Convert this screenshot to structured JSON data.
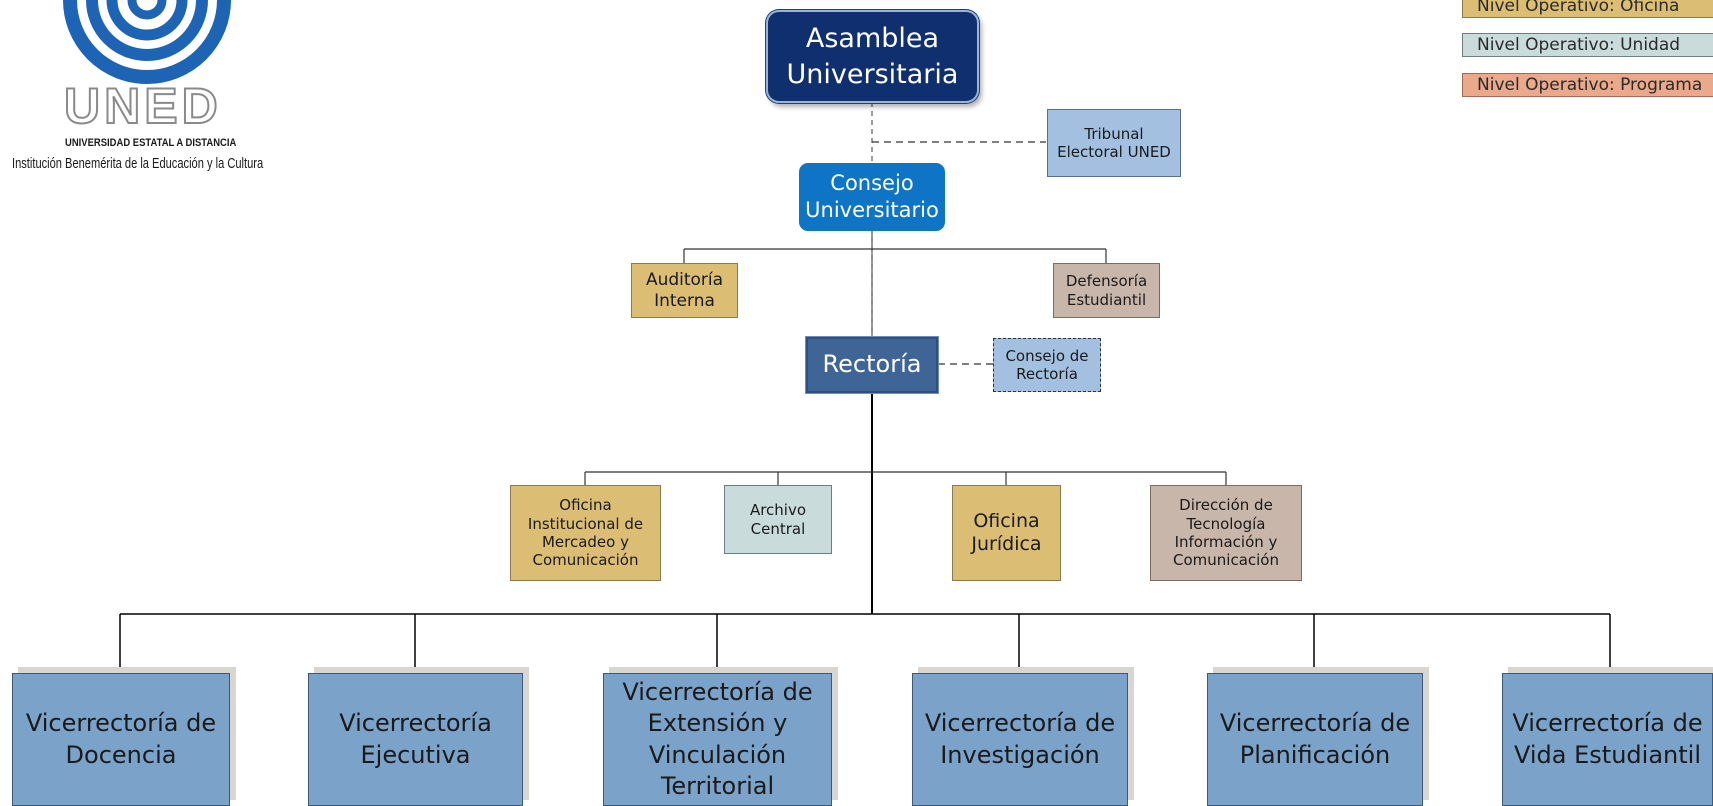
{
  "logo": {
    "acronym": "UNED",
    "university": "UNIVERSIDAD ESTATAL A DISTANCIA",
    "tagline": "Institución Benemérita de la Educación y la Cultura"
  },
  "legend": [
    {
      "label": "Nivel Operativo: Oficina",
      "color": "#dcbd74"
    },
    {
      "label": "Nivel Operativo: Unidad",
      "color": "#c9dbdb"
    },
    {
      "label": "Nivel Operativo: Programa",
      "color": "#eaa98a"
    }
  ],
  "nodes": {
    "asamblea": "Asamblea\nUniversitaria",
    "tribunal": "Tribunal\nElectoral UNED",
    "consejo_universitario": "Consejo\nUniversitario",
    "auditoria": "Auditoría\nInterna",
    "defensoria": "Defensoría\nEstudiantil",
    "rectoria": "Rectoría",
    "consejo_rectoria": "Consejo de\nRectoría",
    "mercadeo": "Oficina\nInstitucional de\nMercadeo y\nComunicación",
    "archivo": "Archivo\nCentral",
    "juridica": "Oficina\nJurídica",
    "tecnologia": "Dirección de\nTecnología\nInformación y\nComunicación",
    "vice_docencia": "Vicerrectoría de\nDocencia",
    "vice_ejecutiva": "Vicerrectoría\nEjecutiva",
    "vice_extension": "Vicerrectoría de\nExtensión y\nVinculación\nTerritorial",
    "vice_investigacion": "Vicerrectoría de\nInvestigación",
    "vice_planificacion": "Vicerrectoría de\nPlanificación",
    "vice_vida": "Vicerrectoría de\nVida Estudiantil"
  }
}
